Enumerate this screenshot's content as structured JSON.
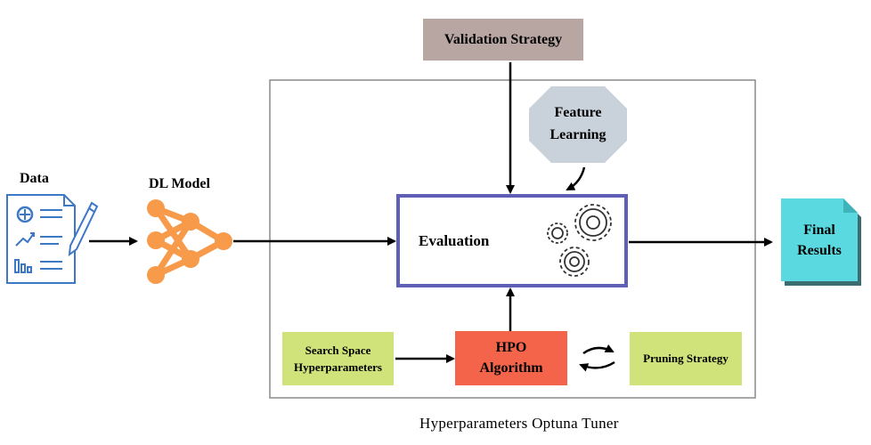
{
  "diagram": {
    "data_label": "Data",
    "model_label": "DL Model",
    "validation_strategy": "Validation Strategy",
    "feature_learning_line1": "Feature",
    "feature_learning_line2": "Learning",
    "evaluation": "Evaluation",
    "final_results_line1": "Final",
    "final_results_line2": "Results",
    "search_space_line1": "Search Space",
    "search_space_line2": "Hyperparameters",
    "hpo_line1": "HPO",
    "hpo_line2": "Algorithm",
    "pruning_strategy": "Pruning Strategy",
    "caption": "Hyperparameters Optuna Tuner"
  },
  "colors": {
    "validation_box": "#b8a6a2",
    "feature_octagon": "#c9d1da",
    "evaluation_border": "#5f5fb8",
    "final_results": "#5ad9e0",
    "search_space": "#cfe37a",
    "hpo": "#f4644a",
    "pruning": "#cfe37a",
    "model_orange": "#f79a4a",
    "doc_blue": "#3d78c6",
    "frame": "#8a8a8a"
  },
  "icons": {
    "data": "document-chart-icon",
    "model": "neural-network-icon",
    "gears": "gears-icon",
    "cycle": "cycle-arrows-icon"
  }
}
